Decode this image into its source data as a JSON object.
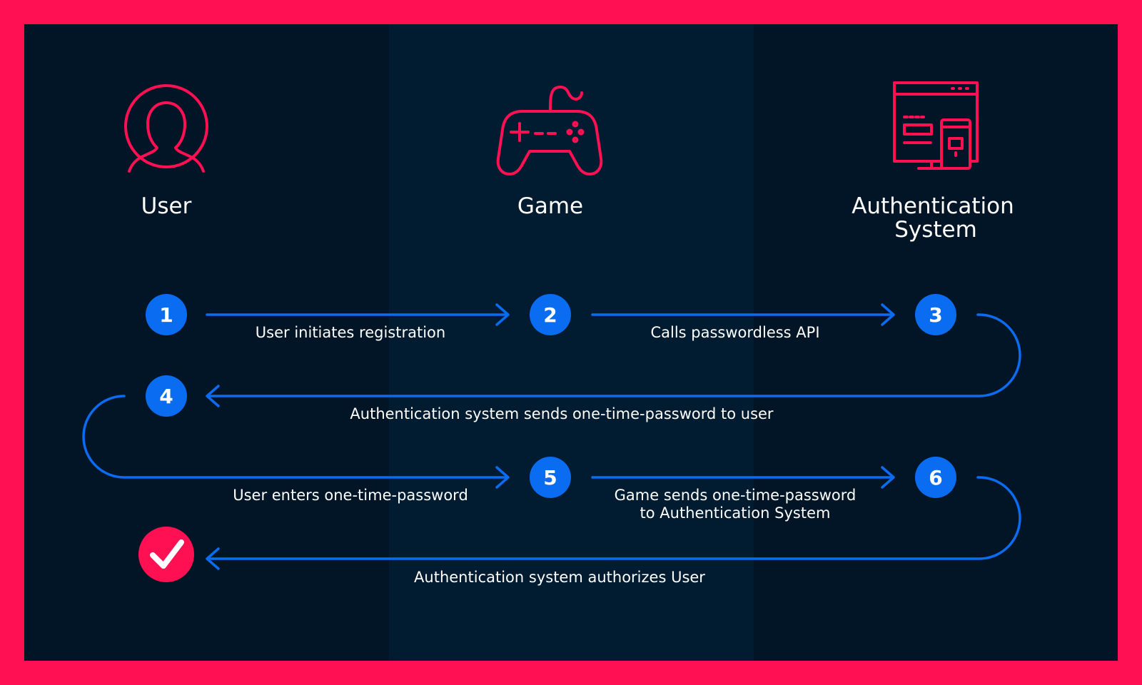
{
  "colors": {
    "frame": "#ff1053",
    "background": "#011526",
    "band": "#011c31",
    "accent": "#ff1053",
    "flow": "#0a6cf0",
    "text": "#ffffff"
  },
  "actors": [
    {
      "icon": "user-icon",
      "label": "User"
    },
    {
      "icon": "gamepad-icon",
      "label": "Game"
    },
    {
      "icon": "auth-system-icon",
      "label_line1": "Authentication",
      "label_line2": "System"
    }
  ],
  "steps": [
    "1",
    "2",
    "3",
    "4",
    "5",
    "6"
  ],
  "final_icon": "checkmark-icon",
  "flows": [
    {
      "label": "User initiates registration"
    },
    {
      "label": "Calls passwordless API"
    },
    {
      "label": "Authentication system sends one-time-password to user"
    },
    {
      "label": "User enters one-time-password"
    },
    {
      "label_line1": "Game sends one-time-password",
      "label_line2": "to Authentication System"
    },
    {
      "label": "Authentication system authorizes User"
    }
  ]
}
